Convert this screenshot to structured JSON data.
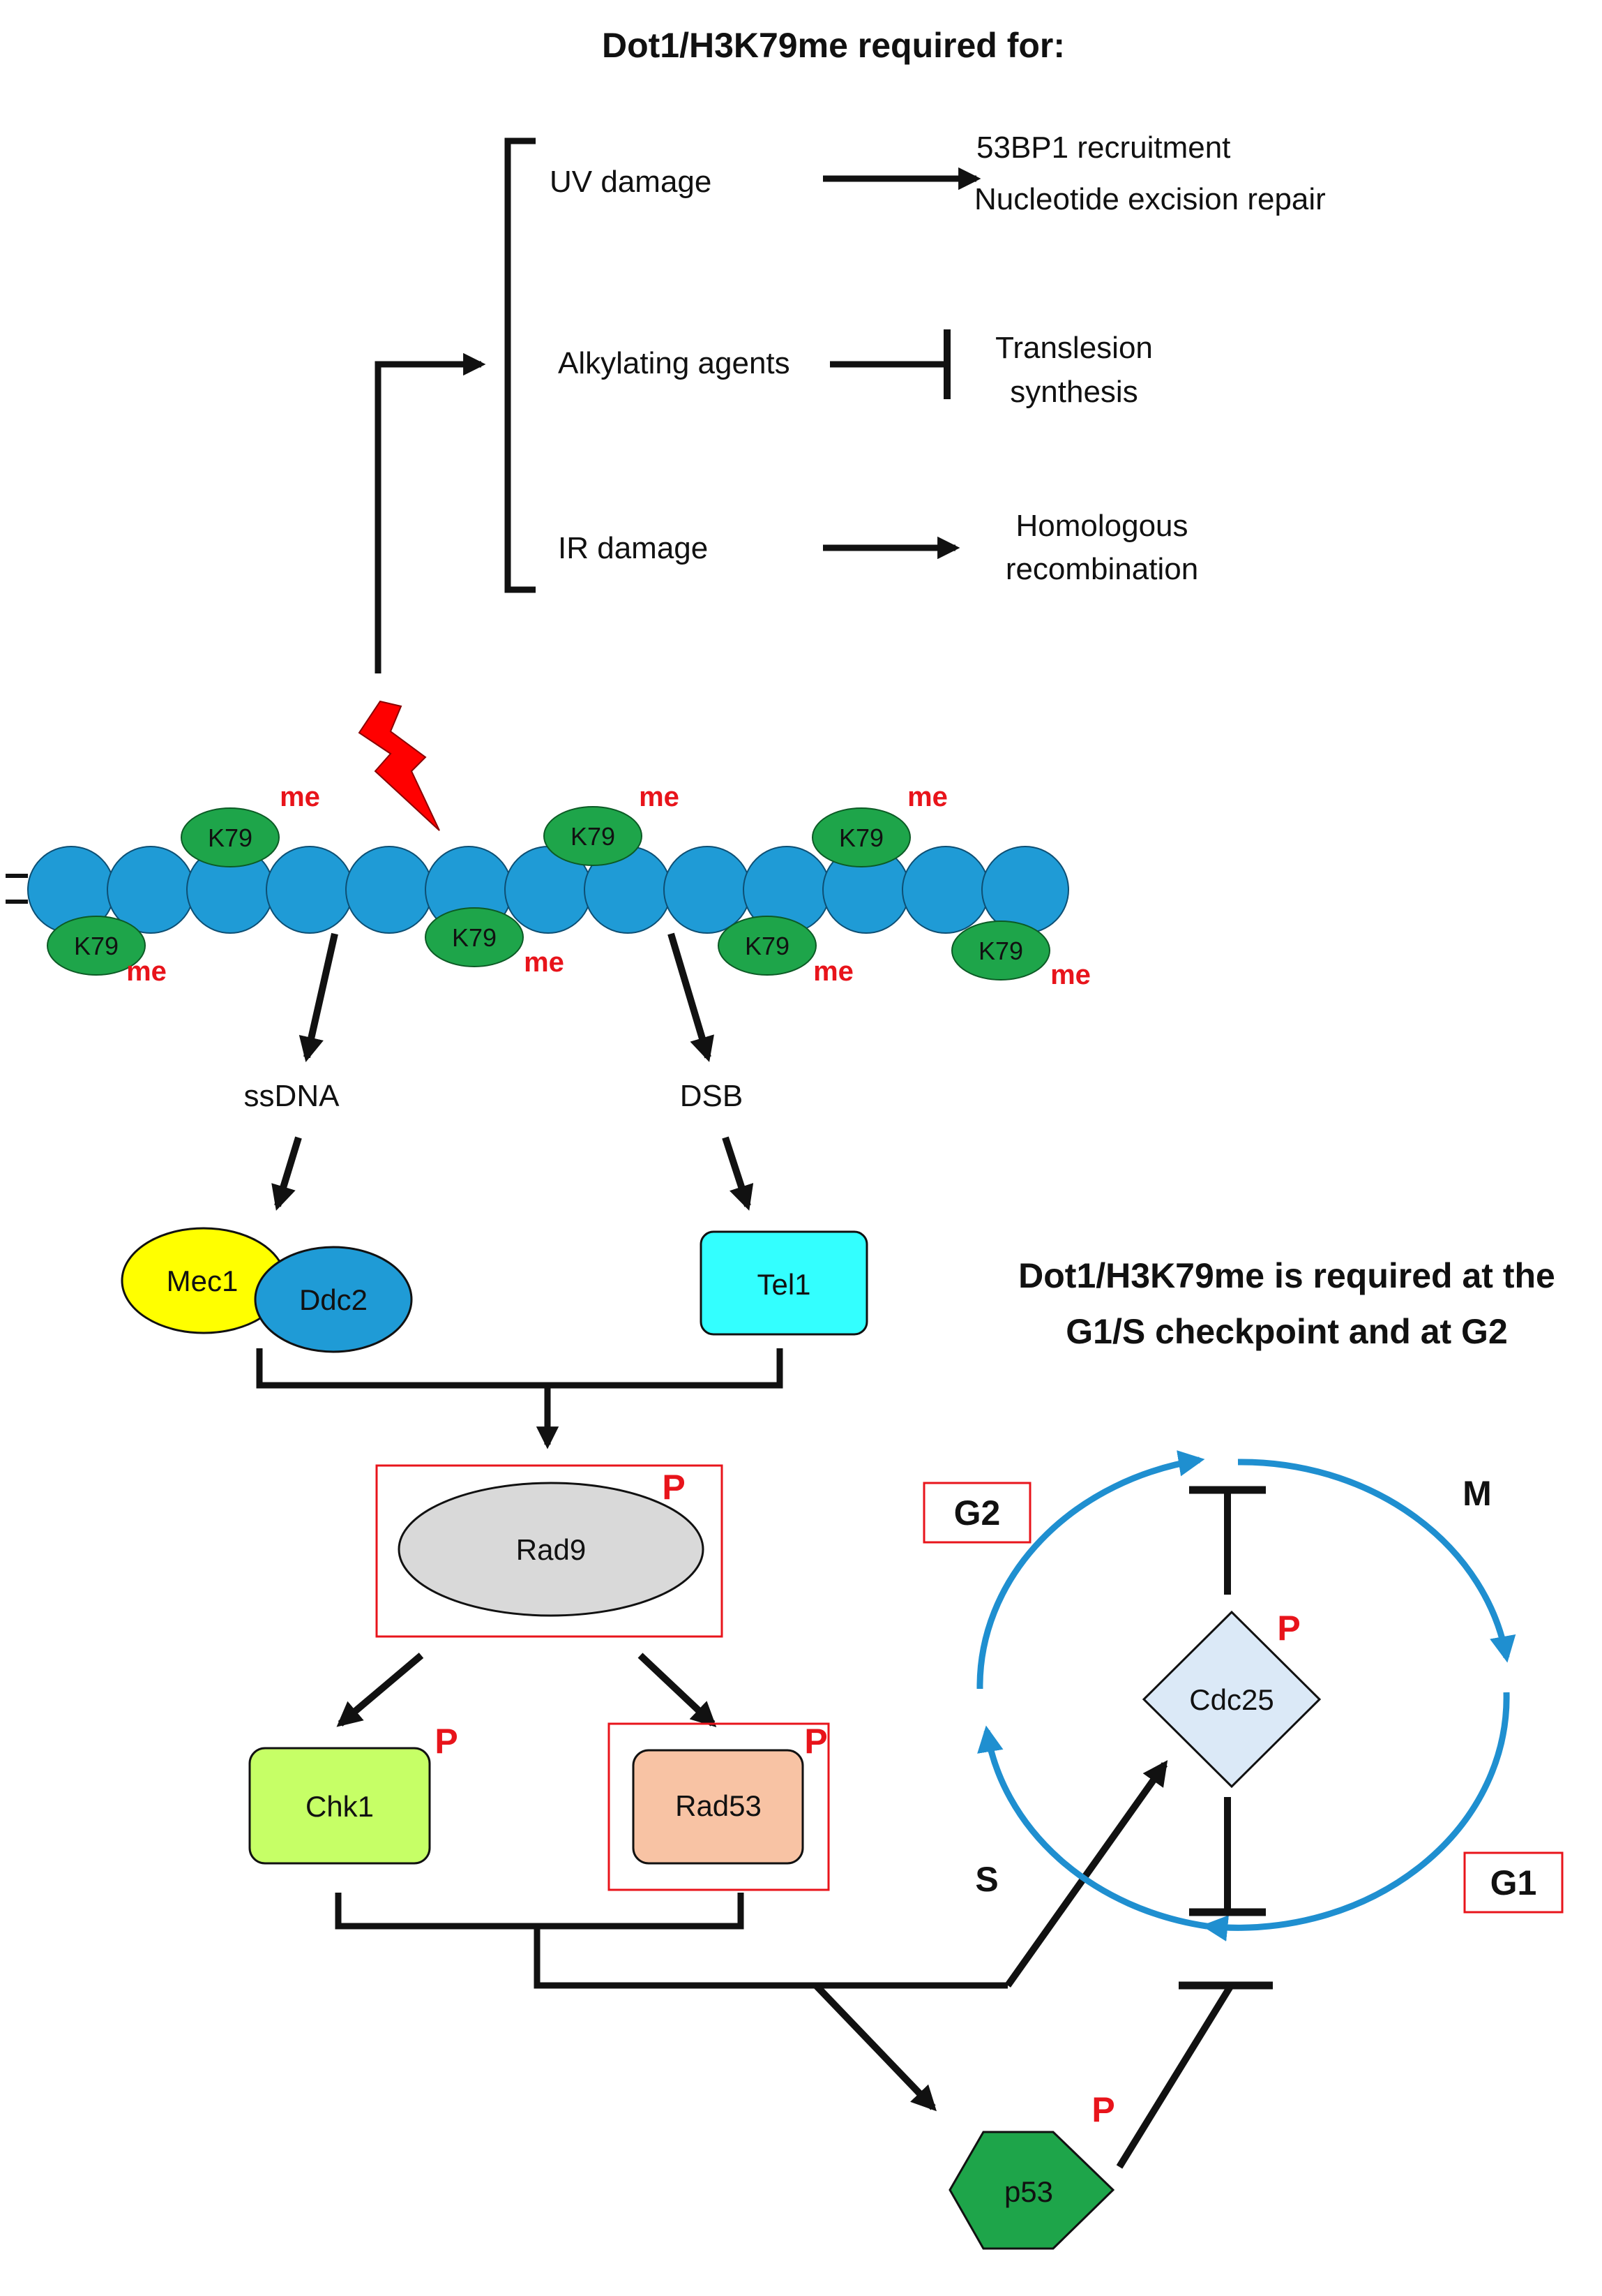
{
  "titles": {
    "top": "Dot1/H3K79me required for:",
    "checkpoint_line1": "Dot1/H3K79me is required at the",
    "checkpoint_line2": "G1/S checkpoint and at G2"
  },
  "damage": {
    "uv": {
      "label": "UV damage",
      "outcome_line1": "53BP1 recruitment",
      "outcome_line2": "Nucleotide  excision repair"
    },
    "alkyl": {
      "label": "Alkylating agents",
      "outcome_line1": "Translesion",
      "outcome_line2": "synthesis"
    },
    "ir": {
      "label": "IR damage",
      "outcome_line1": "Homologous",
      "outcome_line2": "recombination"
    }
  },
  "chromatin": {
    "mark_label": "K79",
    "methyl_label": "me"
  },
  "lesions": {
    "ssdna": "ssDNA",
    "dsb": "DSB"
  },
  "kinases": {
    "mec1": "Mec1",
    "ddc2": "Ddc2",
    "tel1": "Tel1"
  },
  "mediator": {
    "rad9": "Rad9"
  },
  "effectors": {
    "chk1": "Chk1",
    "rad53": "Rad53",
    "cdc25": "Cdc25",
    "p53": "p53"
  },
  "phospho_label": "P",
  "cell_cycle": {
    "g2": "G2",
    "m": "M",
    "g1": "G1",
    "s": "S"
  },
  "colors": {
    "nucleosome": "#1f9bd6",
    "k79_oval": "#1ea54a",
    "methyl_text": "#e8141b",
    "mec1": "#ffff00",
    "ddc2": "#1f9bd6",
    "tel1": "#33ffff",
    "rad9": "#d9d9d9",
    "chk1": "#c6ff66",
    "rad53": "#f8c3a4",
    "cdc25": "#dbe9f7",
    "p53": "#1ea54a",
    "cell_cycle_arrow": "#1f8fd0",
    "phase_box_border": "#e8141b"
  }
}
